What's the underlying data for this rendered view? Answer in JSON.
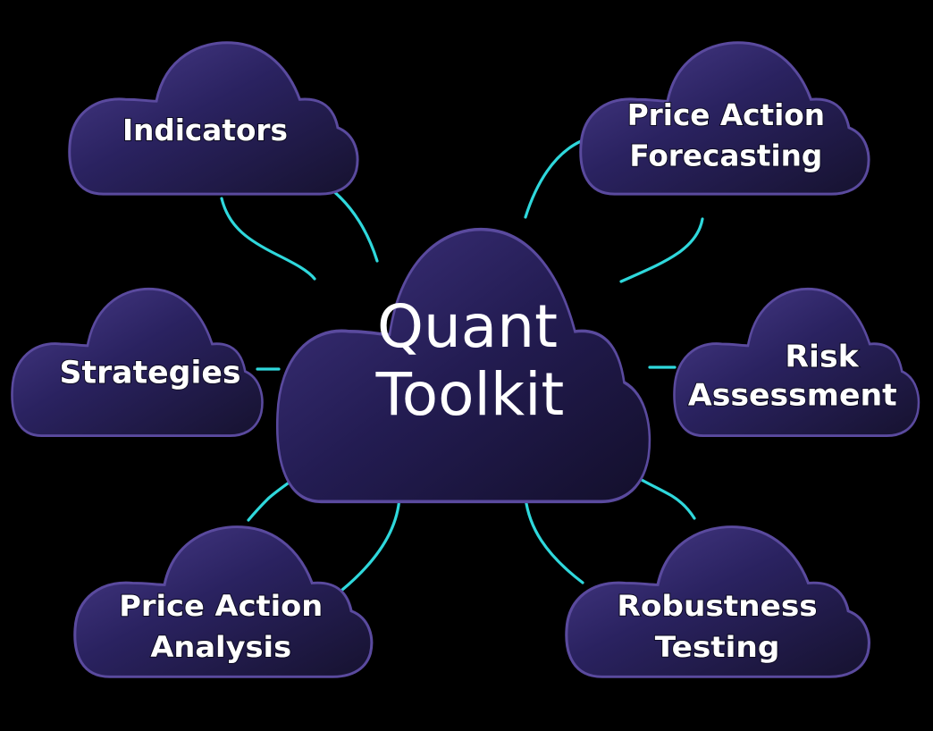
{
  "diagram": {
    "type": "mind-map",
    "colors": {
      "background": "#000000",
      "cloud_fill_top": "#4a3d8c",
      "cloud_fill_bottom": "#16122f",
      "cloud_border": "#5a4a9e",
      "connector": "#2fd8dc",
      "text": "#ffffff"
    },
    "center": {
      "line1": "Quant",
      "line2": "Toolkit"
    },
    "nodes": [
      {
        "id": "indicators",
        "line1": "Indicators",
        "line2": ""
      },
      {
        "id": "price-action-forecasting",
        "line1": "Price Action",
        "line2": "Forecasting"
      },
      {
        "id": "strategies",
        "line1": "Strategies",
        "line2": ""
      },
      {
        "id": "risk-assessment",
        "line1": "Risk",
        "line2": "Assessment"
      },
      {
        "id": "price-action-analysis",
        "line1": "Price Action",
        "line2": "Analysis"
      },
      {
        "id": "robustness-testing",
        "line1": "Robustness",
        "line2": "Testing"
      }
    ]
  }
}
